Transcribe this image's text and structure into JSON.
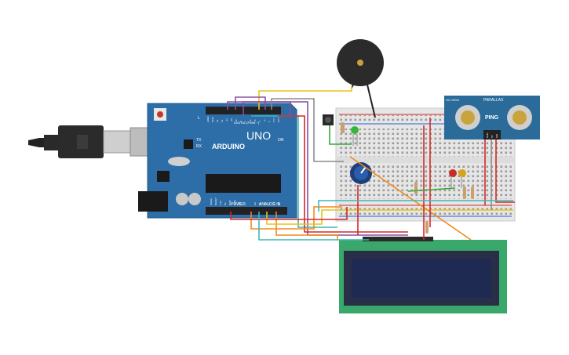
{
  "arduino": {
    "logo_text": "ARDUINO",
    "model": "UNO",
    "tx_label": "TX",
    "rx_label": "RX",
    "on_label": "ON",
    "l_label": "L",
    "digital_label": "DIGITAL (PWM ~)",
    "power_label": "POWER",
    "analog_label": "ANALOG IN",
    "power_pins": [
      "IOREF",
      "RESET",
      "3.3V",
      "5V",
      "GND",
      "GND",
      "Vin"
    ],
    "analog_pins": [
      "A0",
      "A1",
      "A2",
      "A3",
      "A4",
      "A5"
    ],
    "digital_pins": [
      "AREF",
      "GND",
      "13",
      "12",
      "~11",
      "~10",
      "~9",
      "8",
      "7",
      "~6",
      "~5",
      "4",
      "~3",
      "2",
      "TX 1",
      "RX 0"
    ]
  },
  "sensor": {
    "model_line1": "HC-SR04",
    "brand": "PARALLAX",
    "name": "PING",
    "pin_labels": [
      "GND",
      "5V",
      "SIG"
    ]
  },
  "colors": {
    "board": "#2d6ea8",
    "breadboard": "#e6e6e6",
    "sensor_board": "#2a6b9a",
    "lcd_pcb": "#3aa86a",
    "lcd_screen": "#1e2a52",
    "buzzer": "#2b2b2b",
    "wire_yellow": "#e8c31a",
    "wire_purple": "#8a4fa0",
    "wire_red": "#d22a2a",
    "wire_orange": "#f08a1c",
    "wire_teal": "#3fb6b6",
    "wire_green": "#3aa83a",
    "wire_gray": "#8c8c8c"
  }
}
